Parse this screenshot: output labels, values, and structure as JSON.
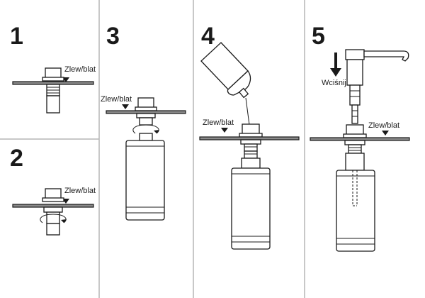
{
  "steps": [
    {
      "number": "1",
      "label": "Zlew/blat"
    },
    {
      "number": "2",
      "label": "Zlew/blat"
    },
    {
      "number": "3",
      "label": "Zlew/blat"
    },
    {
      "number": "4",
      "label": "Zlew/blat"
    },
    {
      "number": "5",
      "label": "Zlew/blat",
      "press_label": "Wciśnij"
    }
  ],
  "colors": {
    "line": "#1a1a1a",
    "plate": "#8a8a8a",
    "divider": "#b5b5b5"
  }
}
